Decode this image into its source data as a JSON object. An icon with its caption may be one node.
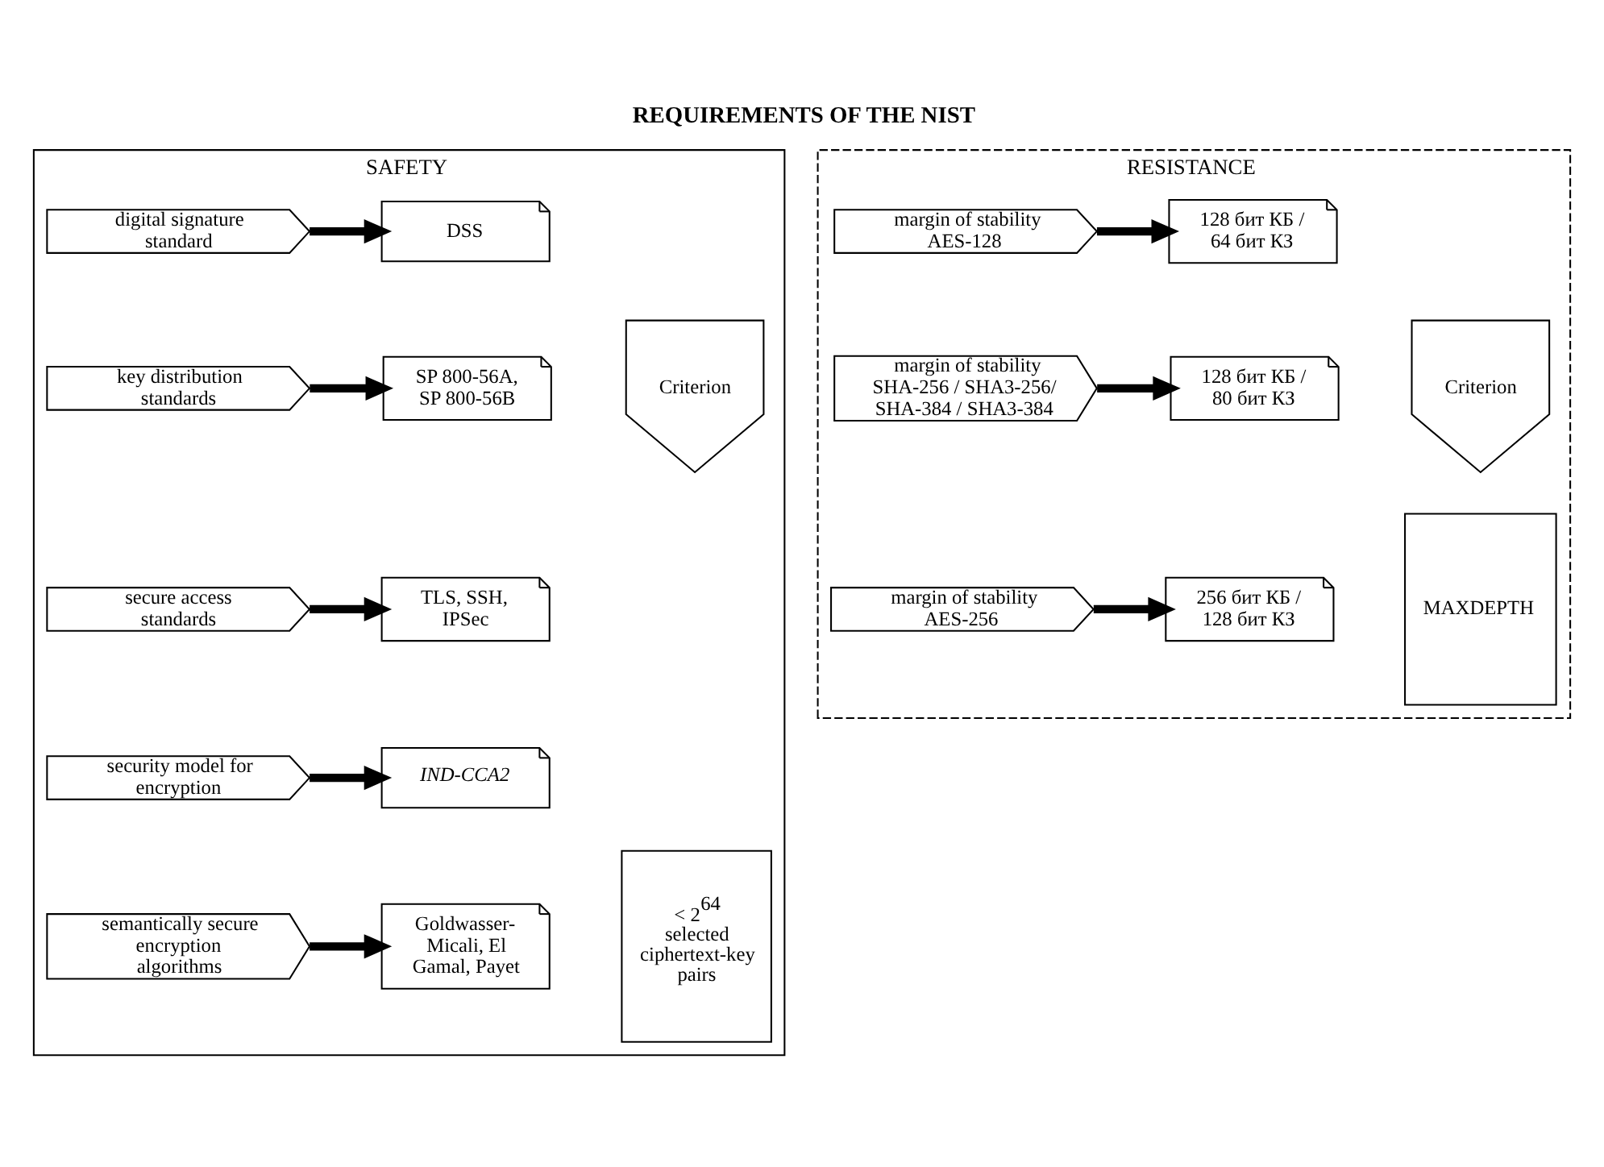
{
  "diagram": {
    "title": "REQUIREMENTS OF THE NIST",
    "nodes": [
      {
        "text": [
          "SAFETY"
        ]
      },
      {
        "text": [
          "digital signature standard"
        ],
        "in": 0
      },
      {
        "text": [
          "DSS"
        ],
        "in": 0
      },
      {
        "text": [
          "key distribution standards"
        ],
        "in": 0
      },
      {
        "text": [
          "SP 800-56A, SP 800-56B"
        ],
        "in": 0
      },
      {
        "text": [
          "secure access standards"
        ],
        "in": 0
      },
      {
        "text": [
          "TLS, SSH, IPSec"
        ],
        "in": 0
      },
      {
        "text": [
          "security model for encryption"
        ],
        "in": 0
      },
      {
        "text": [
          "IND-CCA2"
        ],
        "in": 0
      },
      {
        "text": [
          "semantically secure encryption algorithms"
        ],
        "in": 0
      },
      {
        "text": [
          "Goldwasser-Micali, El Gamal, Payet"
        ],
        "in": 0
      },
      {
        "text": [
          "Criterion"
        ],
        "in": 0
      },
      {
        "text": [
          "< 2$^{64}$ selected ciphertext-key pairs"
        ],
        "in": 0
      },
      {
        "text": [
          "RESISTANCE"
        ]
      },
      {
        "text": [
          "margin of stability AES-128"
        ],
        "in": 13
      },
      {
        "text": [
          "128 бит КБ / 64 бит КЗ"
        ],
        "in": 13
      },
      {
        "text": [
          "margin of stability SHA-256 / SHA3-256/ SHA-384 / SHA3-384"
        ],
        "in": 13
      },
      {
        "text": [
          "128 бит КБ / 80 бит КЗ"
        ],
        "in": 13
      },
      {
        "text": [
          "margin of stability AES-256"
        ],
        "in": 13
      },
      {
        "text": [
          "256 бит КБ / 128 бит КЗ"
        ],
        "in": 13
      },
      {
        "text": [
          "Criterion"
        ],
        "in": 13
      },
      {
        "text": [
          "MAXDEPTH"
        ],
        "in": 13
      }
    ],
    "edges": [
      {
        "from": 1,
        "to": 2,
        "arrow": "to"
      },
      {
        "from": 3,
        "to": 4,
        "arrow": "to"
      },
      {
        "from": 5,
        "to": 6,
        "arrow": "to"
      },
      {
        "from": 7,
        "to": 8,
        "arrow": "to"
      },
      {
        "from": 9,
        "to": 10,
        "arrow": "to"
      },
      {
        "from": 14,
        "to": 15,
        "arrow": "to"
      },
      {
        "from": 16,
        "to": 17,
        "arrow": "to"
      },
      {
        "from": 18,
        "to": 19,
        "arrow": "to"
      }
    ]
  }
}
